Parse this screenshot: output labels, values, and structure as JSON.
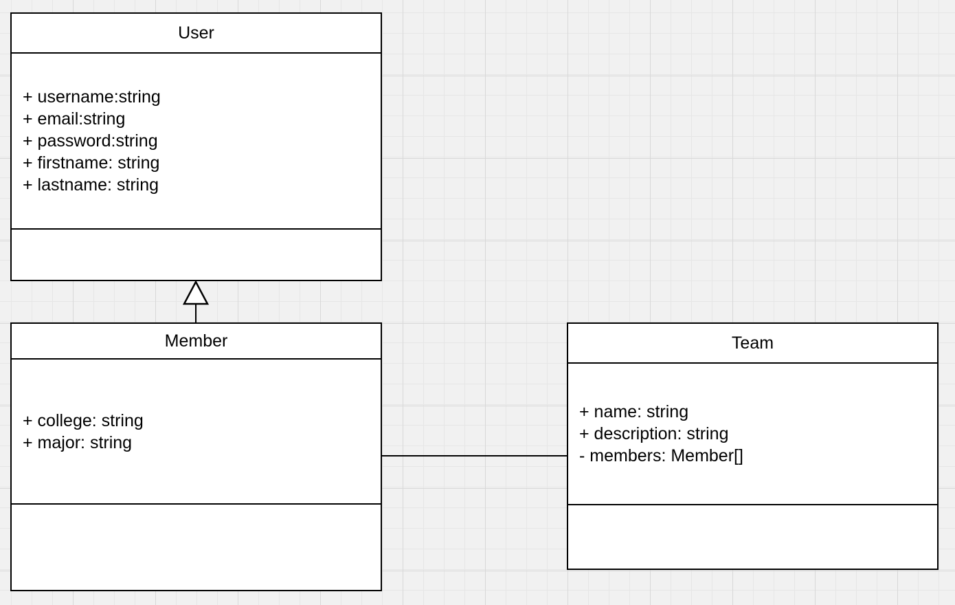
{
  "canvas": {
    "background_color": "#f1f1f1",
    "grid_minor_color": "#e6e6e6",
    "grid_major_color": "#d8d8d8",
    "shape_fill_color": "#ffffff",
    "shape_stroke_color": "#000000"
  },
  "classes": [
    {
      "name": "User",
      "attributes": [
        "+ username:string",
        "+ email:string",
        "+ password:string",
        "+ firstname: string",
        "+ lastname: string"
      ],
      "methods": []
    },
    {
      "name": "Member",
      "attributes": [
        "+ college: string",
        "+ major: string"
      ],
      "methods": []
    },
    {
      "name": "Team",
      "attributes": [
        "+ name: string",
        "+ description: string",
        "- members: Member[]"
      ],
      "methods": []
    }
  ],
  "relationships": [
    {
      "type": "generalization",
      "from": "Member",
      "to": "User"
    },
    {
      "type": "association",
      "from": "Member",
      "to": "Team"
    }
  ]
}
